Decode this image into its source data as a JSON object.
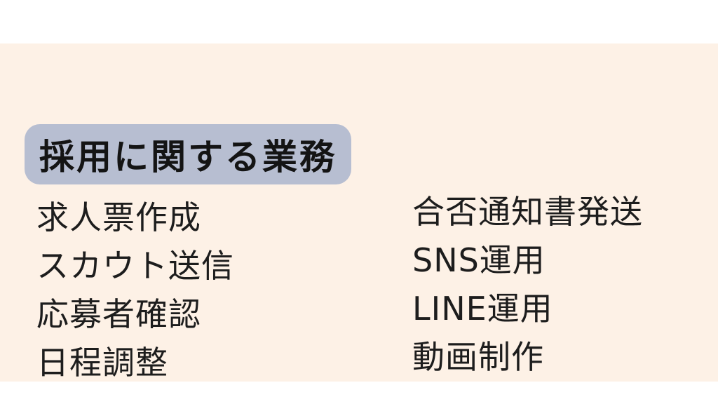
{
  "title": {
    "label": "採用に関する業務"
  },
  "lists": {
    "left": {
      "items": [
        "求人票作成",
        "スカウト送信",
        "応募者確認",
        "日程調整"
      ]
    },
    "right": {
      "items": [
        "合否通知書発送",
        "SNS運用",
        "LINE運用",
        "動画制作"
      ]
    }
  },
  "colors": {
    "panel_background": "#fdf1e6",
    "badge_background": "#b7bed1",
    "text": "#1d1d1d",
    "outer_background": "#ffffff"
  }
}
